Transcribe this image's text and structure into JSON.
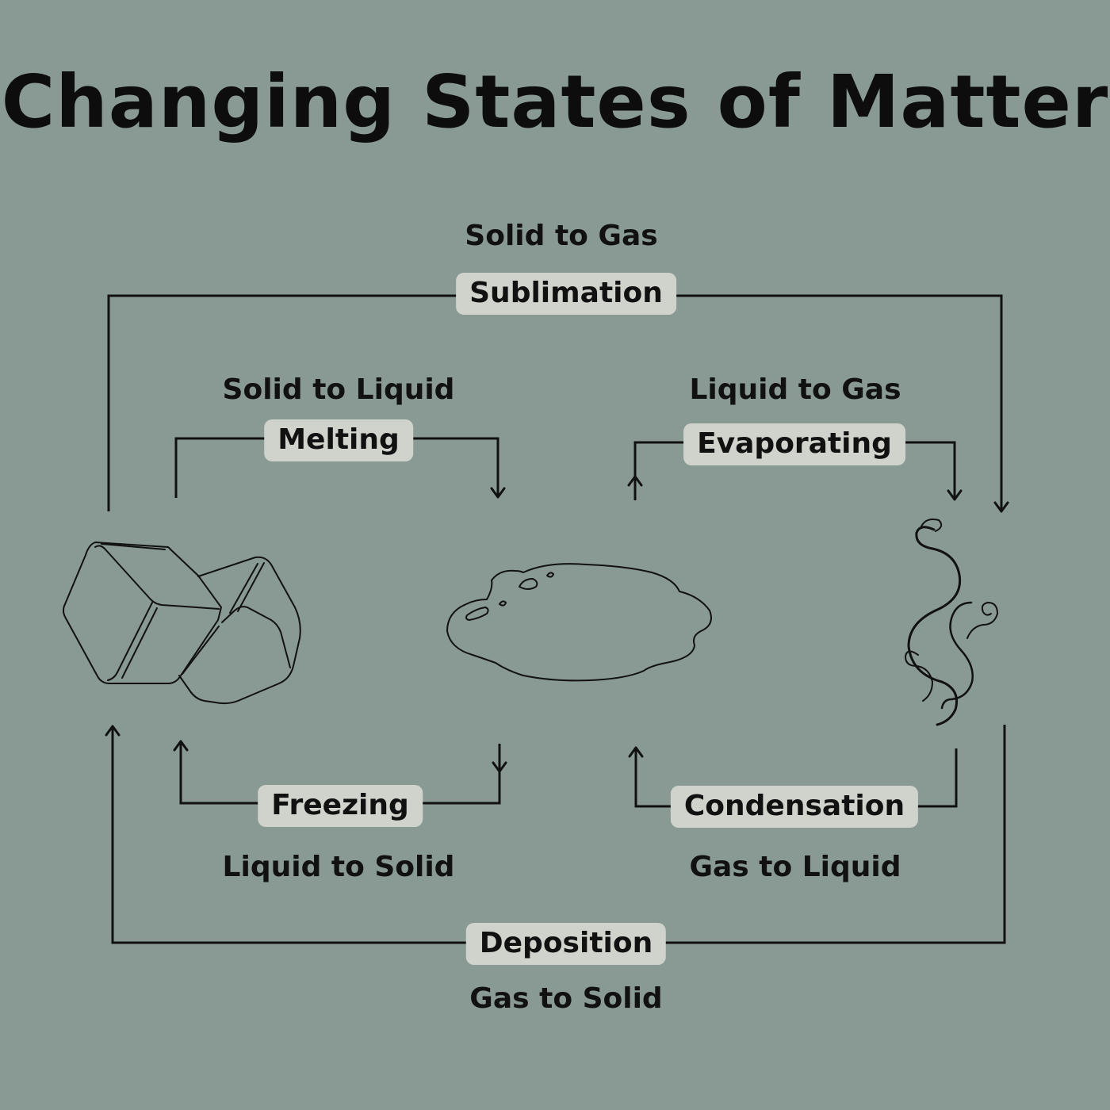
{
  "title": "Changing States of Matter",
  "colors": {
    "background": "#899a94",
    "label_background": "#cfd3cc",
    "ink": "#111111"
  },
  "icons": {
    "solid": "ice-cubes-icon",
    "liquid": "puddle-icon",
    "gas": "steam-icon"
  },
  "transitions": {
    "sublimation": {
      "name": "Sublimation",
      "description": "Solid to Gas"
    },
    "melting": {
      "name": "Melting",
      "description": "Solid to Liquid"
    },
    "evaporating": {
      "name": "Evaporating",
      "description": "Liquid to Gas"
    },
    "freezing": {
      "name": "Freezing",
      "description": "Liquid to Solid"
    },
    "condensation": {
      "name": "Condensation",
      "description": "Gas to Liquid"
    },
    "deposition": {
      "name": "Deposition",
      "description": "Gas to Solid"
    }
  }
}
